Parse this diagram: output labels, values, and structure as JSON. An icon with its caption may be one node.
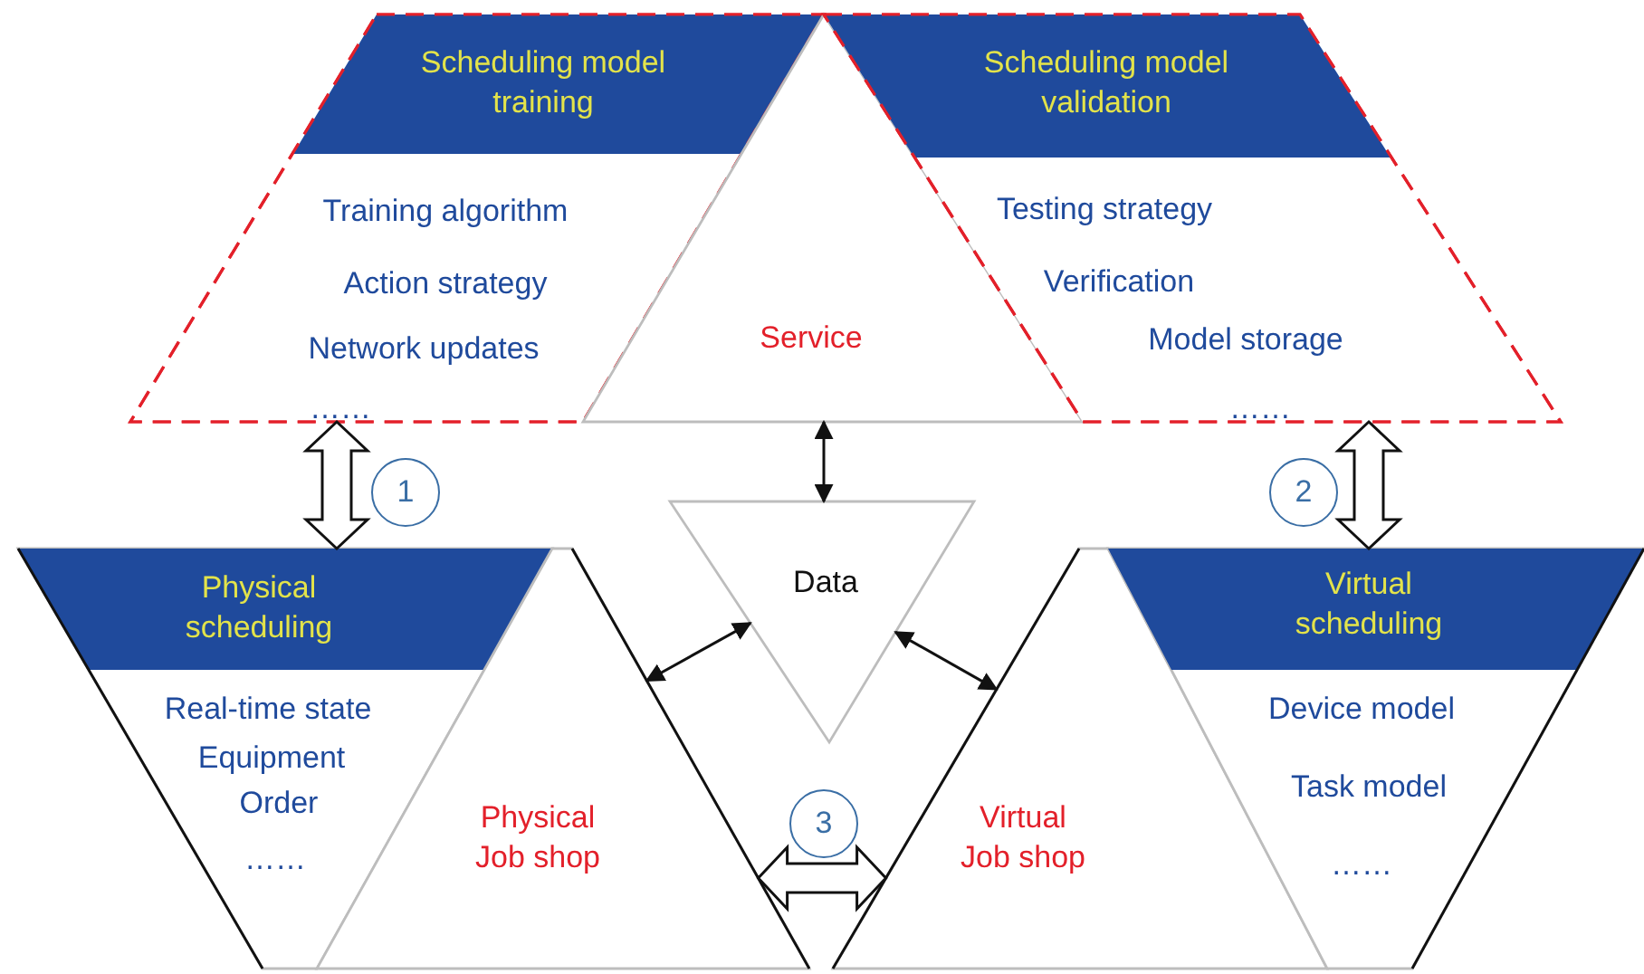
{
  "diagram": {
    "nodes": [
      {
        "text": [
          "Scheduling model training",
          "Training algorithm",
          "Action strategy",
          "Network updates",
          "……"
        ]
      },
      {
        "text": [
          "Service"
        ]
      },
      {
        "text": [
          "Scheduling model validation",
          "Testing strategy",
          "Verification",
          "Model storage",
          "……"
        ]
      },
      {
        "text": [
          "Data"
        ]
      },
      {
        "text": [
          "Physical scheduling",
          "Real-time state",
          "Equipment",
          "Order",
          "……"
        ]
      },
      {
        "text": [
          "Physical Job shop"
        ]
      },
      {
        "text": [
          "Virtual Job shop"
        ]
      },
      {
        "text": [
          "Virtual scheduling",
          "Device model",
          "Task model",
          "……"
        ]
      }
    ],
    "edges": [
      {
        "from": 0,
        "to": 4,
        "arrow": "both",
        "label": "1",
        "style": "thick"
      },
      {
        "from": 2,
        "to": 7,
        "arrow": "both",
        "label": "2",
        "style": "thick"
      },
      {
        "from": 5,
        "to": 6,
        "arrow": "both",
        "label": "3",
        "style": "thick"
      },
      {
        "from": 1,
        "to": 3,
        "arrow": "both"
      },
      {
        "from": 3,
        "to": 5,
        "arrow": "both"
      },
      {
        "from": 3,
        "to": 6,
        "arrow": "both"
      }
    ]
  }
}
